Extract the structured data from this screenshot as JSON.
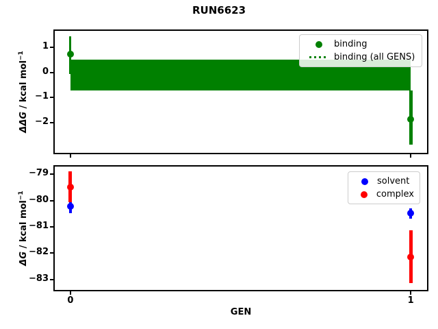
{
  "title": "RUN6623",
  "chart_data": [
    {
      "type": "scatter",
      "axes": "top",
      "ylabel_math": "ΔΔG",
      "ylabel_rest": " / kcal mol",
      "ylabel_sup": "−1",
      "xlabel": "",
      "ylim": [
        -3.2,
        1.65
      ],
      "xlim": [
        -0.046,
        1.048
      ],
      "grid": false,
      "legend_position": "upper right",
      "yticks": [
        {
          "v": 1,
          "label": "1"
        },
        {
          "v": 0,
          "label": "0"
        },
        {
          "v": -1,
          "label": "−1"
        },
        {
          "v": -2,
          "label": "−2"
        }
      ],
      "xticks": [
        {
          "v": 0,
          "label": ""
        },
        {
          "v": 1,
          "label": ""
        }
      ],
      "band": {
        "series": "binding (all GENS)",
        "x_from": 0,
        "x_to": 1,
        "y_top": 0.51,
        "y_bottom": -0.71,
        "mean": -0.1,
        "color": "#008000"
      },
      "series": [
        {
          "name": "binding",
          "color": "#008000",
          "marker_size": 10,
          "points": [
            {
              "x": 0,
              "y": 0.73,
              "err_hi": 1.44,
              "err_lo": -0.08,
              "lw": 3
            },
            {
              "x": 1,
              "y": -1.87,
              "err_hi": -0.73,
              "err_lo": -2.88,
              "lw": 5
            }
          ]
        }
      ],
      "legend": [
        {
          "label": "binding",
          "marker": "dot",
          "color": "#008000"
        },
        {
          "label": "binding (all GENS)",
          "marker": "dotted-line",
          "color": "#008000"
        }
      ]
    },
    {
      "type": "scatter",
      "axes": "bottom",
      "ylabel_math": "ΔG",
      "ylabel_rest": " / kcal mol",
      "ylabel_sup": "−1",
      "xlabel": "GEN",
      "ylim": [
        -83.4,
        -78.7
      ],
      "xlim": [
        -0.046,
        1.048
      ],
      "grid": false,
      "legend_position": "upper right",
      "yticks": [
        {
          "v": -79,
          "label": "−79"
        },
        {
          "v": -80,
          "label": "−80"
        },
        {
          "v": -81,
          "label": "−81"
        },
        {
          "v": -82,
          "label": "−82"
        },
        {
          "v": -83,
          "label": "−83"
        }
      ],
      "xticks": [
        {
          "v": 0,
          "label": "0"
        },
        {
          "v": 1,
          "label": "1"
        }
      ],
      "series": [
        {
          "name": "solvent",
          "color": "#0000ff",
          "marker_size": 10,
          "points": [
            {
              "x": 0,
              "y": -80.22,
              "err_hi": -79.96,
              "err_lo": -80.48,
              "lw": 4
            },
            {
              "x": 1,
              "y": -80.48,
              "err_hi": -80.28,
              "err_lo": -80.68,
              "lw": 4
            }
          ]
        },
        {
          "name": "complex",
          "color": "#ff0000",
          "marker_size": 10,
          "points": [
            {
              "x": 0,
              "y": -79.48,
              "err_hi": -78.89,
              "err_lo": -80.07,
              "lw": 5
            },
            {
              "x": 1,
              "y": -82.15,
              "err_hi": -81.13,
              "err_lo": -83.13,
              "lw": 5
            }
          ]
        }
      ],
      "legend": [
        {
          "label": "solvent",
          "marker": "dot",
          "color": "#0000ff"
        },
        {
          "label": "complex",
          "marker": "dot",
          "color": "#ff0000"
        }
      ]
    }
  ]
}
